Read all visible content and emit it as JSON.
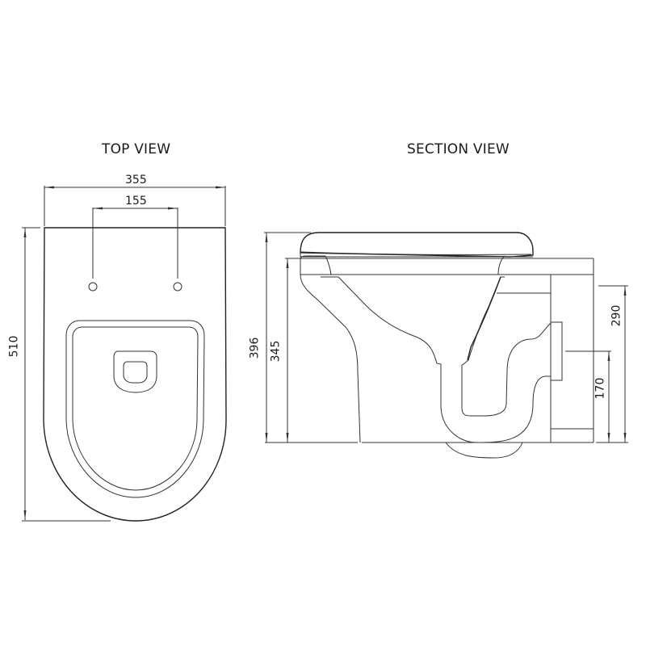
{
  "views": {
    "top": {
      "title": "TOP VIEW"
    },
    "section": {
      "title": "SECTION VIEW"
    }
  },
  "dimensions": {
    "top_overall_width": "355",
    "top_fixing_centres": "155",
    "top_overall_length": "510",
    "section_overall_height": "396",
    "section_rim_height": "345",
    "section_inlet_height": "290",
    "section_outlet_height": "170"
  },
  "colors": {
    "line": "#333333",
    "background": "#ffffff"
  }
}
